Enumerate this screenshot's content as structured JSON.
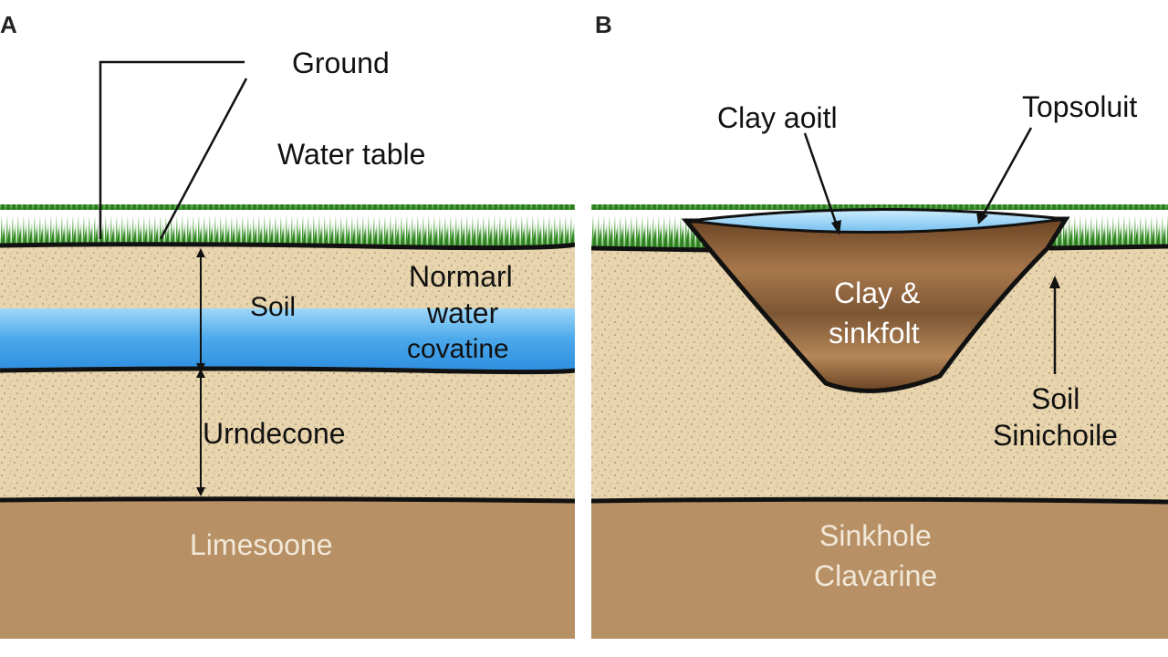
{
  "panels": {
    "a": {
      "letter": "A",
      "labels": {
        "ground": "Ground",
        "water_table": "Water table",
        "soil": "Soil",
        "normal_line1": "Normarl",
        "normal_line2": "water",
        "normal_line3": "covatine",
        "undecone": "Urndecone",
        "limestone": "Limesoone"
      }
    },
    "b": {
      "letter": "B",
      "labels": {
        "clay_soil": "Clay aoitl",
        "topsoil": "Topsoluit",
        "clay_sink_line1": "Clay &",
        "clay_sink_line2": "sinkfolt",
        "soil": "Soil",
        "sinkhole1": "Sinichoile",
        "sinkhole2_line1": "Sinkhole",
        "sinkhole2_line2": "Clavarine"
      }
    }
  },
  "colors": {
    "grass": "#3c8c2c",
    "soil": "#e6d2a8",
    "water": "#5fb4ec",
    "limestone": "#b89066",
    "clay": "#7a5230",
    "line": "#111111"
  }
}
